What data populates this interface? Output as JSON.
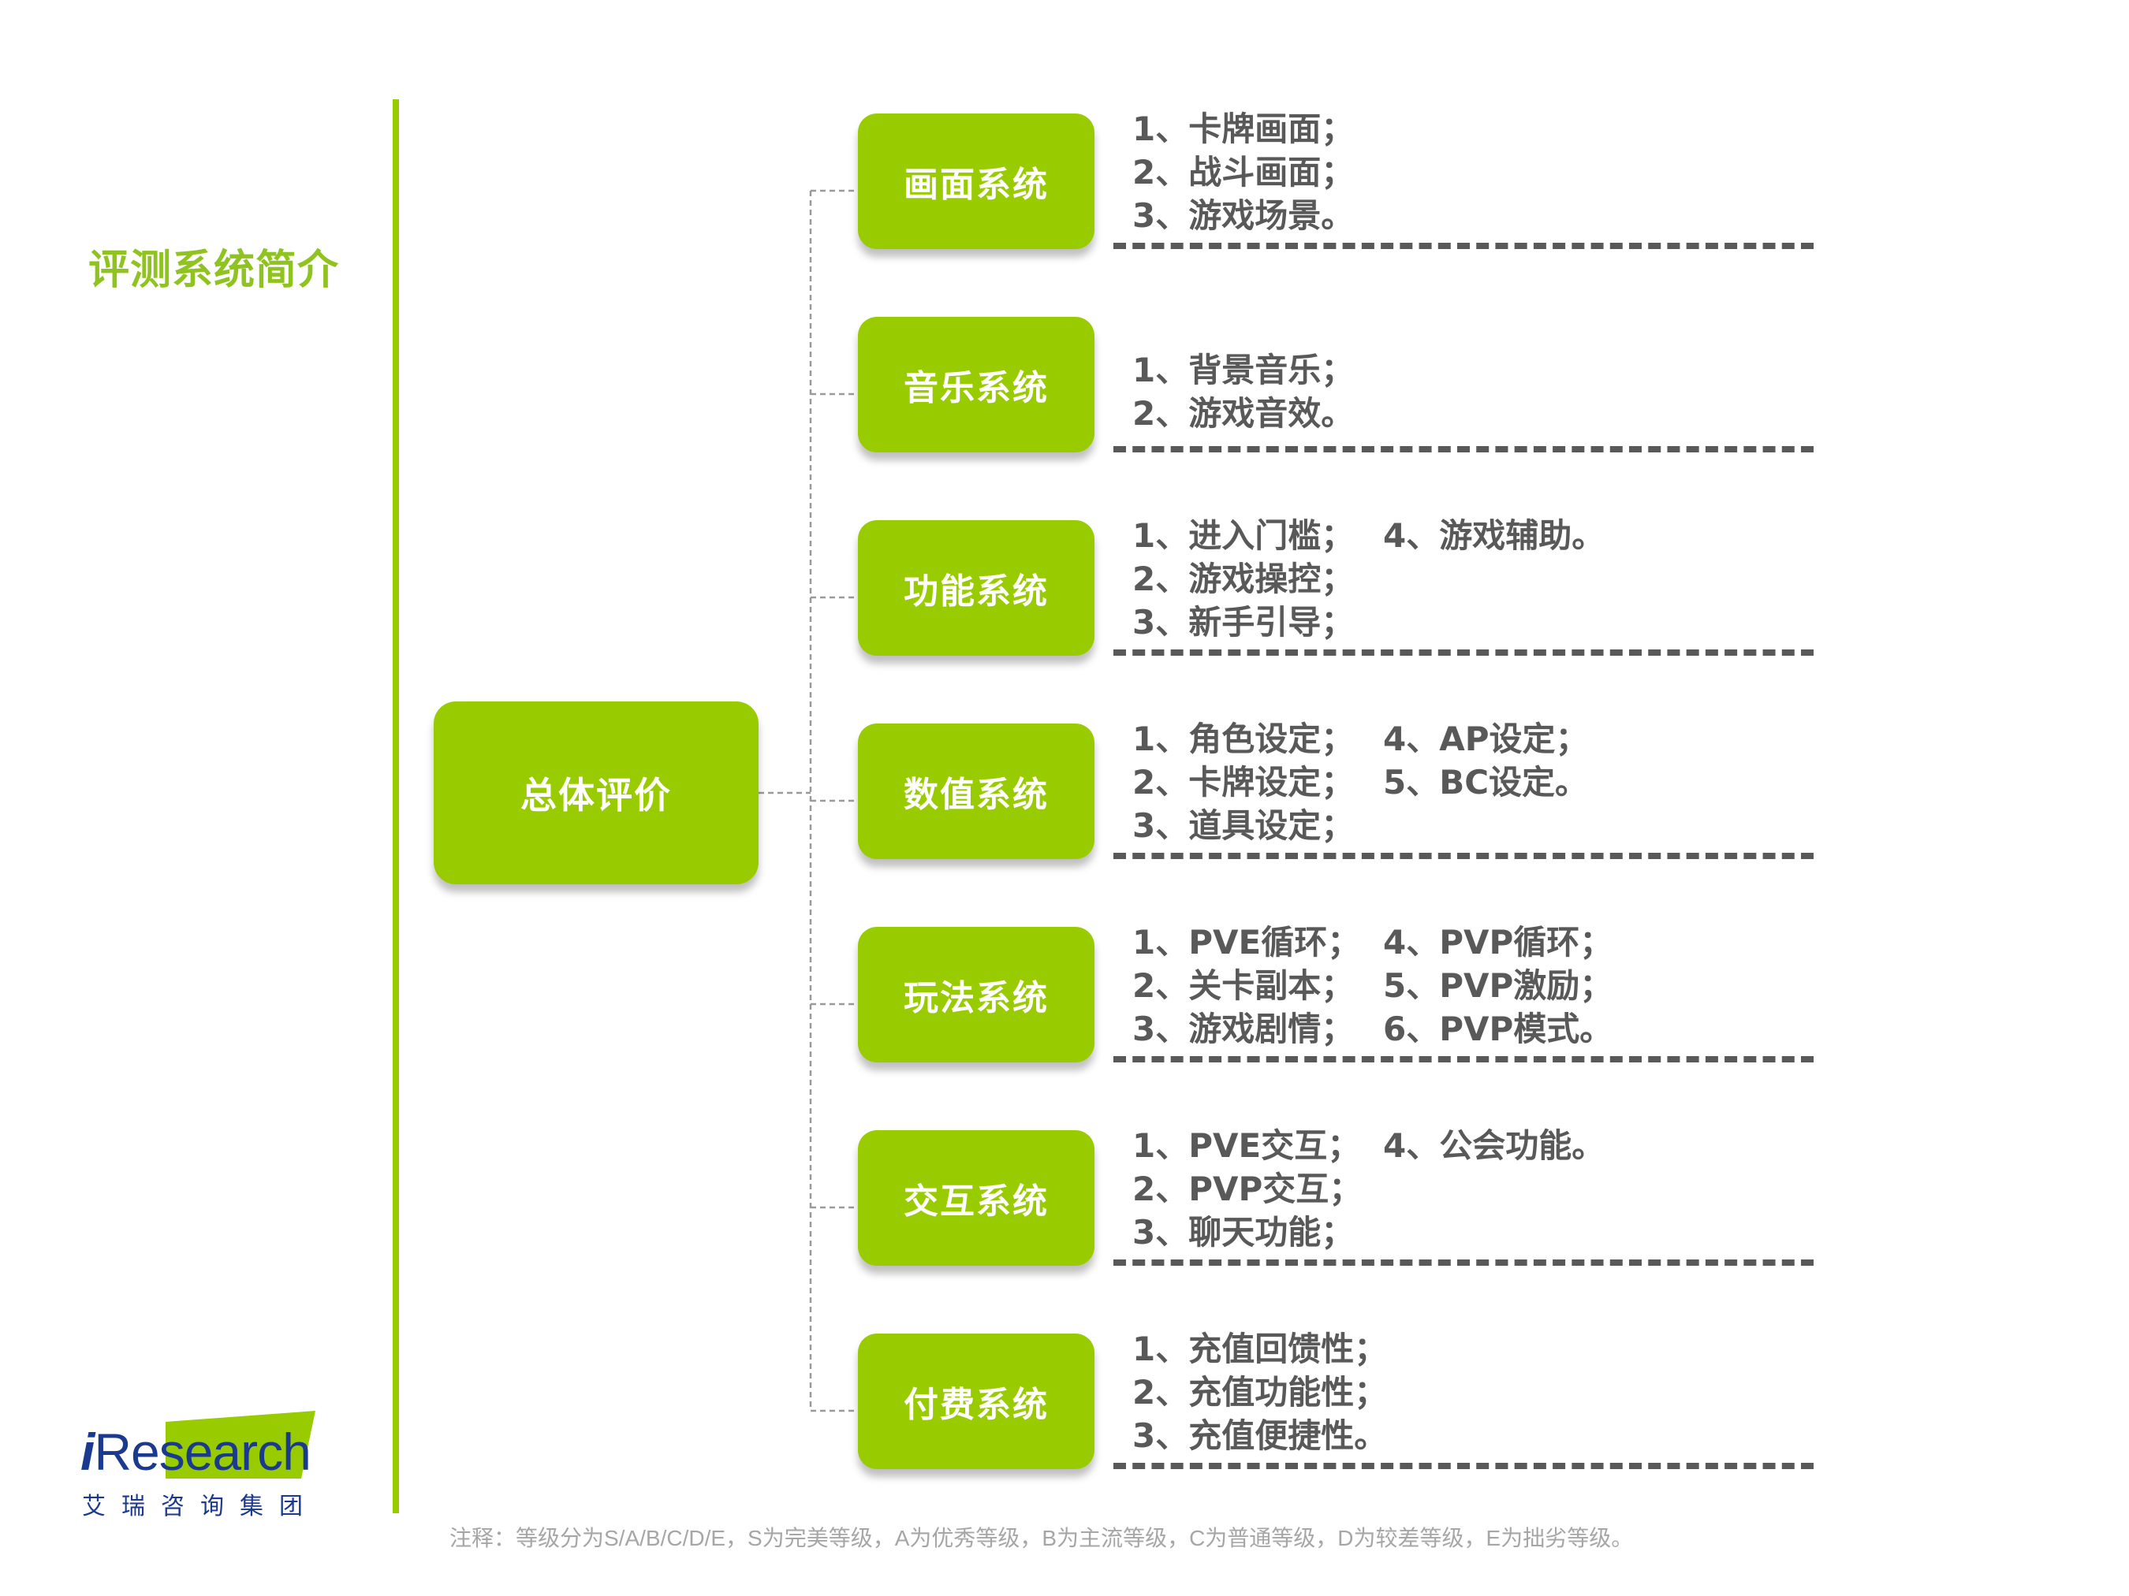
{
  "header": {
    "title": "评测系统简介"
  },
  "root": {
    "label": "总体评价"
  },
  "branches": [
    {
      "label": "画面系统",
      "rows": [
        [
          "1、卡牌画面；"
        ],
        [
          "2、战斗画面；"
        ],
        [
          "3、游戏场景。"
        ]
      ]
    },
    {
      "label": "音乐系统",
      "rows": [
        [
          "1、背景音乐；"
        ],
        [
          "2、游戏音效。"
        ]
      ]
    },
    {
      "label": "功能系统",
      "rows": [
        [
          "1、进入门槛；",
          "4、游戏辅助。"
        ],
        [
          "2、游戏操控；"
        ],
        [
          "3、新手引导；"
        ]
      ]
    },
    {
      "label": "数值系统",
      "rows": [
        [
          "1、角色设定；",
          "4、AP设定；"
        ],
        [
          "2、卡牌设定；",
          "5、BC设定。"
        ],
        [
          "3、道具设定；"
        ]
      ]
    },
    {
      "label": "玩法系统",
      "rows": [
        [
          "1、PVE循环；",
          "4、PVP循环；"
        ],
        [
          "2、关卡副本；",
          "5、PVP激励；"
        ],
        [
          "3、游戏剧情；",
          "6、PVP模式。"
        ]
      ]
    },
    {
      "label": "交互系统",
      "rows": [
        [
          "1、PVE交互；",
          "4、公会功能。"
        ],
        [
          "2、PVP交互；"
        ],
        [
          "3、聊天功能；"
        ]
      ]
    },
    {
      "label": "付费系统",
      "rows": [
        [
          "1、充值回馈性；"
        ],
        [
          "2、充值功能性；"
        ],
        [
          "3、充值便捷性。"
        ]
      ]
    }
  ],
  "footnote": "注释：等级分为S/A/B/C/D/E，S为完美等级，A为优秀等级，B为主流等级，C为普通等级，D为较差等级，E为拙劣等级。",
  "logo": {
    "brand": "iResearch",
    "brand_prefix": "i",
    "brand_rest": "Research",
    "chinese": "艾瑞咨询集团"
  },
  "colors": {
    "accent": "#99cc00",
    "title": "#8fc31f",
    "text": "#595959",
    "note": "#a6a6a6",
    "logo_blue": "#1a3a8f"
  }
}
